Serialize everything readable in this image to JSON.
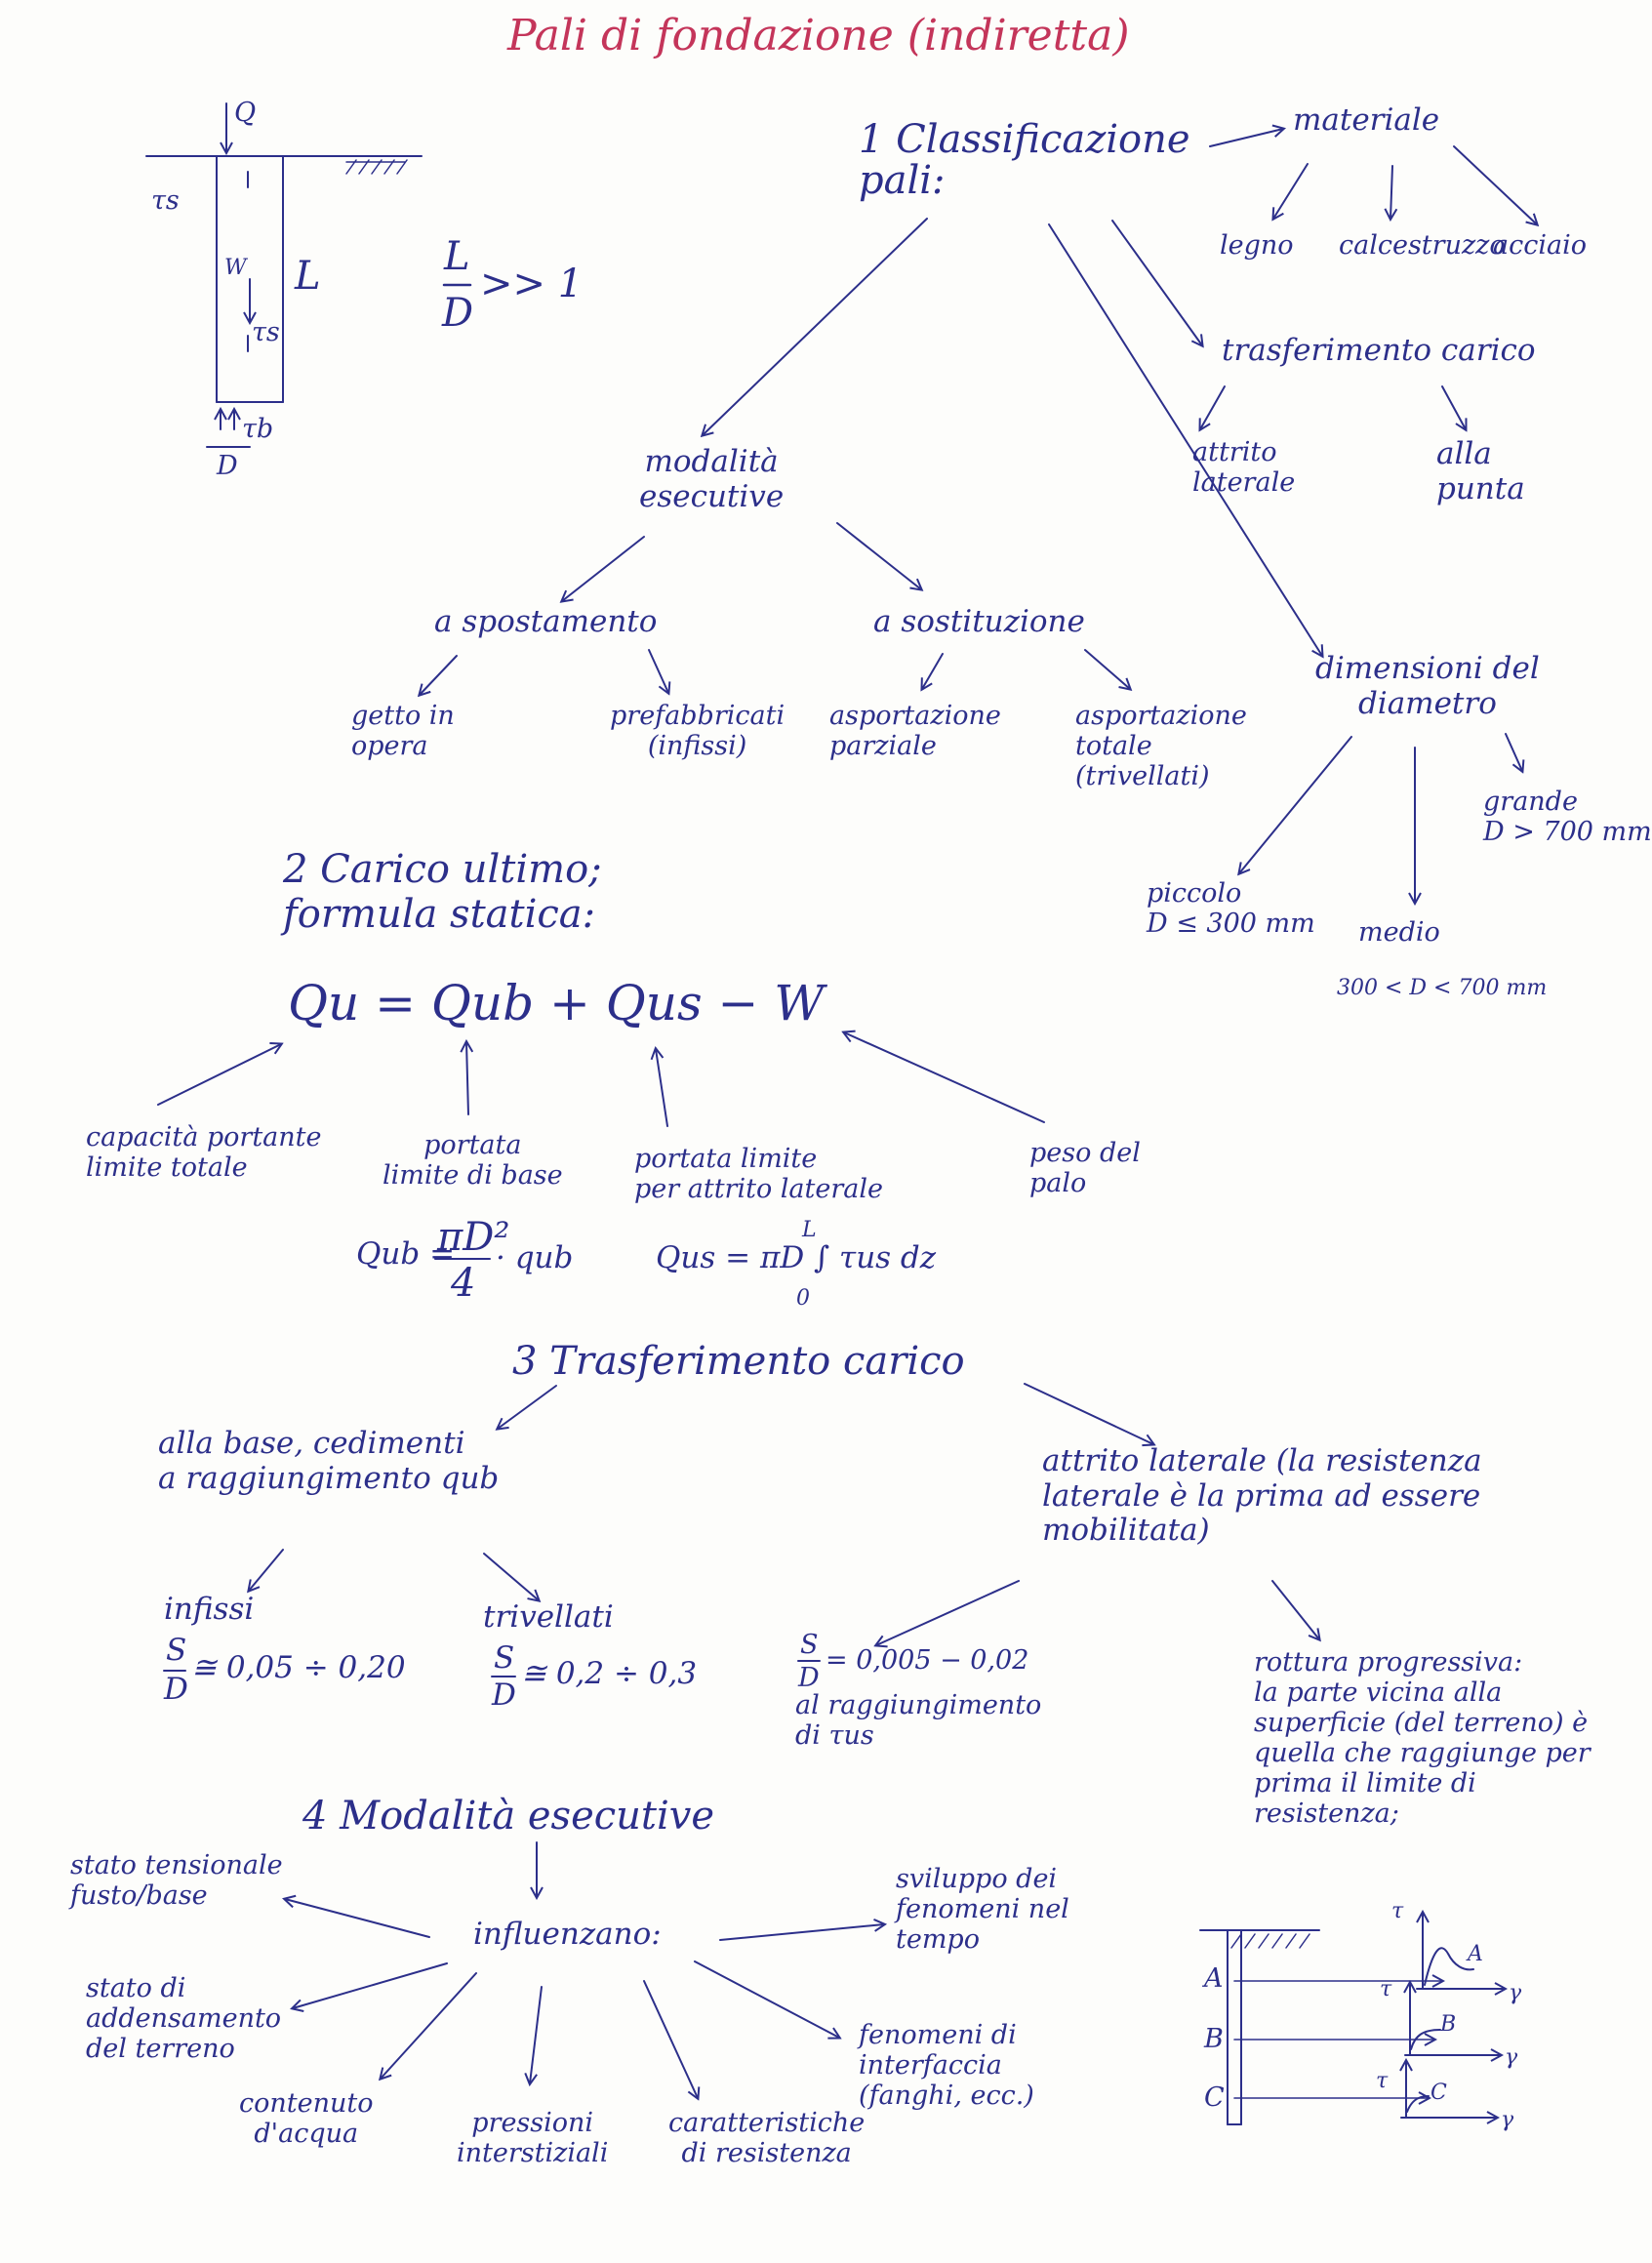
{
  "title": "Pali di fondazione (indiretta)",
  "pile_sketch": {
    "load": "Q",
    "tau_s": "τs",
    "tau_b": "τb",
    "weight": "W",
    "length": "L",
    "diameter": "D",
    "ratio_num": "L",
    "ratio_den": "D",
    "ratio_rel": ">> 1"
  },
  "section1": {
    "heading": "1 Classificazione\npali:",
    "material": {
      "label": "materiale",
      "items": [
        "legno",
        "calcestruzzo",
        "acciaio"
      ]
    },
    "transfer": {
      "label": "trasferimento carico",
      "items": [
        "attrito\nlaterale",
        "alla\npunta"
      ]
    },
    "execution": {
      "label": "modalità\nesecutive",
      "displacement": {
        "label": "a spostamento",
        "items": [
          "getto in\nopera",
          "prefabbricati\n(infissi)"
        ]
      },
      "substitution": {
        "label": "a sostituzione",
        "items": [
          "asportazione\nparziale",
          "asportazione\ntotale\n(trivellati)"
        ]
      }
    },
    "diameter": {
      "label": "dimensioni del\ndiametro",
      "small": "piccolo\nD ≤ 300 mm",
      "medium": "medio",
      "medium_range": "300 < D < 700 mm",
      "large": "grande\nD > 700 mm"
    }
  },
  "section2": {
    "heading": "2 Carico ultimo;\nformula statica:",
    "formula": "Qu = Qub + Qus − W",
    "labels": {
      "total": "capacità portante\nlimite totale",
      "base": "portata\nlimite di base",
      "lateral": "portata limite\nper attrito laterale",
      "weight": "peso del\npalo"
    },
    "qub_formula_lhs": "Qub =",
    "qub_num": "πD²",
    "qub_den": "4",
    "qub_rhs": "· qub",
    "qus_formula": "Qus = πD ∫ τus dz",
    "qus_int_top": "L",
    "qus_int_bot": "0"
  },
  "section3": {
    "heading": "3 Trasferimento carico",
    "base": {
      "text": "alla base, cedimenti\na raggiungimento qub",
      "infissi": "infissi",
      "infissi_ratio": "≅ 0,05 ÷ 0,20",
      "trivellati": "trivellati",
      "trivellati_ratio": "≅ 0,2 ÷ 0,3",
      "ratio_num": "S",
      "ratio_den": "D"
    },
    "lateral": {
      "text": "attrito laterale (la resistenza\nlaterale è la prima ad essere\nmobilitata)",
      "ratio": "= 0,005 − 0,02",
      "ratio_text": "al raggiungimento\ndi τus",
      "ratio_num": "S",
      "ratio_den": "D",
      "progressive": "rottura progressiva:\nla parte vicina alla\nsuperficie (del terreno) è\nquella che raggiunge per\nprima il limite di\nresistenza;"
    },
    "graph": {
      "points": [
        "A",
        "B",
        "C"
      ],
      "tau": "τ",
      "gamma": "γ"
    }
  },
  "section4": {
    "heading": "4 Modalità esecutive",
    "center": "influenzano:",
    "items": [
      "stato tensionale\nfusto/base",
      "stato di\naddensamento\ndel terreno",
      "contenuto\nd'acqua",
      "pressioni\ninterstiziali",
      "caratteristiche\ndi resistenza",
      "fenomeni di\ninterfaccia\n(fanghi, ecc.)",
      "sviluppo dei\nfenomeni nel\ntempo"
    ]
  }
}
